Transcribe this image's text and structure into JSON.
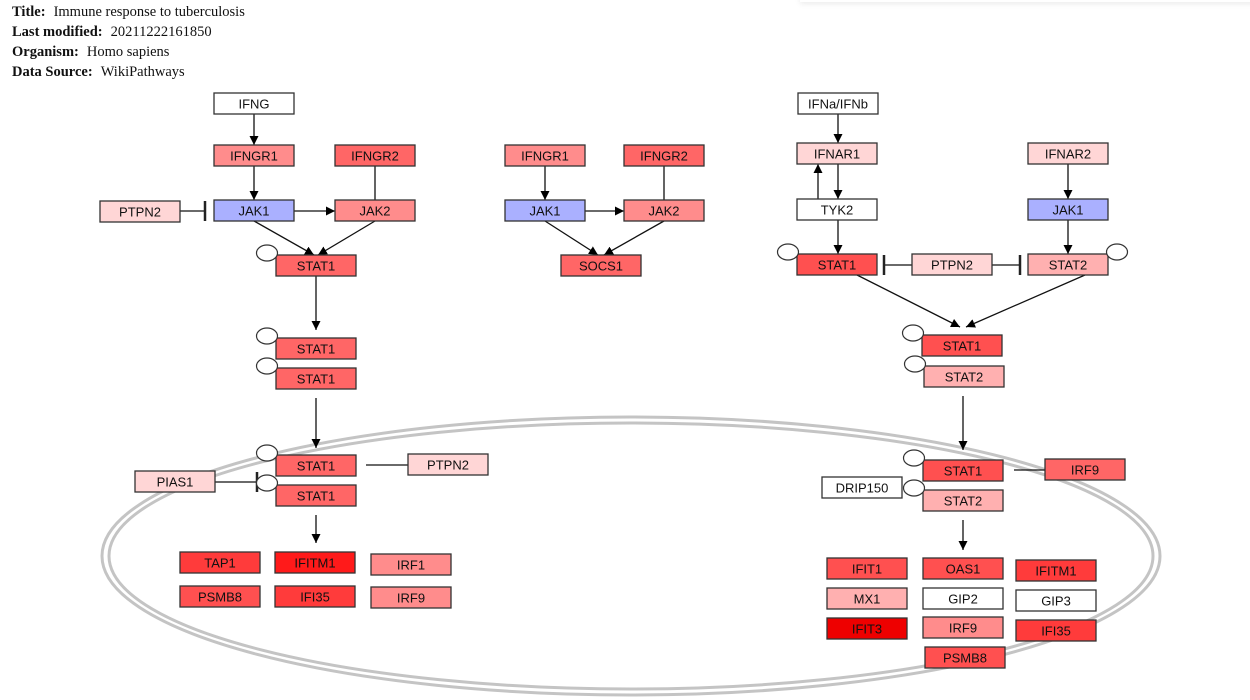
{
  "meta": {
    "rows": [
      {
        "key": "Title:",
        "value": "Immune response to tuberculosis"
      },
      {
        "key": "Last modified:",
        "value": "20211222161850"
      },
      {
        "key": "Organism:",
        "value": "Homo sapiens"
      },
      {
        "key": "Data Source:",
        "value": "WikiPathways"
      }
    ]
  },
  "colors": {
    "white": "#ffffff",
    "pale_pink": "#ffd6d6",
    "light_pink": "#ffb0b0",
    "salmon": "#ff8c8c",
    "medium_red": "#ff6666",
    "red": "#ff5050",
    "strong_red": "#ff3b3b",
    "deep_red": "#ff1a1a",
    "pure_red": "#ee0000",
    "blue": "#aab0ff",
    "membrane": "#c4c4c4"
  },
  "nodes": [
    {
      "id": "ifng",
      "label": "IFNG",
      "color": "white"
    },
    {
      "id": "ifngr1_a",
      "label": "IFNGR1",
      "color": "salmon"
    },
    {
      "id": "ifngr2_a",
      "label": "IFNGR2",
      "color": "medium_red"
    },
    {
      "id": "ptpn2_a",
      "label": "PTPN2",
      "color": "pale_pink"
    },
    {
      "id": "jak1_a",
      "label": "JAK1",
      "color": "blue"
    },
    {
      "id": "jak2_a",
      "label": "JAK2",
      "color": "salmon"
    },
    {
      "id": "stat1_a",
      "label": "STAT1",
      "color": "medium_red",
      "phospho": true
    },
    {
      "id": "stat1_b1",
      "label": "STAT1",
      "color": "medium_red",
      "phospho": true
    },
    {
      "id": "stat1_b2",
      "label": "STAT1",
      "color": "medium_red",
      "phospho": true
    },
    {
      "id": "stat1_c1",
      "label": "STAT1",
      "color": "medium_red",
      "phospho": true
    },
    {
      "id": "stat1_c2",
      "label": "STAT1",
      "color": "medium_red",
      "phospho": true
    },
    {
      "id": "pias1",
      "label": "PIAS1",
      "color": "pale_pink"
    },
    {
      "id": "ptpn2_b",
      "label": "PTPN2",
      "color": "pale_pink"
    },
    {
      "id": "tap1",
      "label": "TAP1",
      "color": "strong_red"
    },
    {
      "id": "ifitm1_a",
      "label": "IFITM1",
      "color": "deep_red"
    },
    {
      "id": "irf1",
      "label": "IRF1",
      "color": "salmon"
    },
    {
      "id": "psmb8_a",
      "label": "PSMB8",
      "color": "red"
    },
    {
      "id": "ifi35_a",
      "label": "IFI35",
      "color": "strong_red"
    },
    {
      "id": "irf9_a",
      "label": "IRF9",
      "color": "salmon"
    },
    {
      "id": "ifngr1_m",
      "label": "IFNGR1",
      "color": "salmon"
    },
    {
      "id": "ifngr2_m",
      "label": "IFNGR2",
      "color": "medium_red"
    },
    {
      "id": "jak1_m",
      "label": "JAK1",
      "color": "blue"
    },
    {
      "id": "jak2_m",
      "label": "JAK2",
      "color": "salmon"
    },
    {
      "id": "socs1",
      "label": "SOCS1",
      "color": "medium_red"
    },
    {
      "id": "ifnab",
      "label": "IFNa/IFNb",
      "color": "white"
    },
    {
      "id": "ifnar1",
      "label": "IFNAR1",
      "color": "pale_pink"
    },
    {
      "id": "ifnar2",
      "label": "IFNAR2",
      "color": "pale_pink"
    },
    {
      "id": "tyk2",
      "label": "TYK2",
      "color": "white"
    },
    {
      "id": "jak1_r",
      "label": "JAK1",
      "color": "blue"
    },
    {
      "id": "stat1_r",
      "label": "STAT1",
      "color": "red",
      "phospho": true
    },
    {
      "id": "ptpn2_r",
      "label": "PTPN2",
      "color": "pale_pink"
    },
    {
      "id": "stat2_r",
      "label": "STAT2",
      "color": "light_pink",
      "phospho": true,
      "phospho_side": "right"
    },
    {
      "id": "stat1_rb",
      "label": "STAT1",
      "color": "red",
      "phospho": true
    },
    {
      "id": "stat2_rb",
      "label": "STAT2",
      "color": "light_pink",
      "phospho": true
    },
    {
      "id": "stat1_rc",
      "label": "STAT1",
      "color": "red",
      "phospho": true
    },
    {
      "id": "stat2_rc",
      "label": "STAT2",
      "color": "light_pink",
      "phospho": true
    },
    {
      "id": "irf9_r",
      "label": "IRF9",
      "color": "medium_red"
    },
    {
      "id": "drip150",
      "label": "DRIP150",
      "color": "white"
    },
    {
      "id": "ifit1",
      "label": "IFIT1",
      "color": "red"
    },
    {
      "id": "oas1",
      "label": "OAS1",
      "color": "red"
    },
    {
      "id": "ifitm1_r",
      "label": "IFITM1",
      "color": "strong_red"
    },
    {
      "id": "mx1",
      "label": "MX1",
      "color": "light_pink"
    },
    {
      "id": "gip2",
      "label": "GIP2",
      "color": "white"
    },
    {
      "id": "gip3",
      "label": "GIP3",
      "color": "white"
    },
    {
      "id": "ifit3",
      "label": "IFIT3",
      "color": "pure_red"
    },
    {
      "id": "irf9_r2",
      "label": "IRF9",
      "color": "salmon"
    },
    {
      "id": "ifi35_r",
      "label": "IFI35",
      "color": "strong_red"
    },
    {
      "id": "psmb8_r",
      "label": "PSMB8",
      "color": "red"
    }
  ],
  "edges": [
    {
      "from": "ifng",
      "to": "ifngr1_a",
      "type": "arrow"
    },
    {
      "from": "ifngr1_a",
      "to": "jak1_a",
      "type": "arrow"
    },
    {
      "from": "ifngr2_a",
      "to": "jak2_a",
      "type": "line"
    },
    {
      "from": "ptpn2_a",
      "to": "jak1_a",
      "type": "inhibition"
    },
    {
      "from": "jak1_a",
      "to": "jak2_a",
      "type": "arrow"
    },
    {
      "from": "jak1_a",
      "to": "stat1_a",
      "type": "arrow"
    },
    {
      "from": "jak2_a",
      "to": "stat1_a",
      "type": "arrow"
    },
    {
      "from": "stat1_a",
      "to": "stat1_b1",
      "type": "arrow"
    },
    {
      "from": "stat1_b2",
      "to": "stat1_c1",
      "type": "arrow"
    },
    {
      "from": "pias1",
      "to": "stat1_c2",
      "type": "inhibition"
    },
    {
      "from": "ptpn2_b",
      "to": "stat1_c1",
      "type": "line"
    },
    {
      "from": "stat1_c2",
      "to": "ifitm1_a",
      "type": "arrow"
    },
    {
      "from": "ifngr1_m",
      "to": "jak1_m",
      "type": "arrow"
    },
    {
      "from": "ifngr2_m",
      "to": "jak2_m",
      "type": "line"
    },
    {
      "from": "jak1_m",
      "to": "jak2_m",
      "type": "arrow"
    },
    {
      "from": "jak1_m",
      "to": "socs1",
      "type": "arrow"
    },
    {
      "from": "jak2_m",
      "to": "socs1",
      "type": "arrow"
    },
    {
      "from": "ifnab",
      "to": "ifnar1",
      "type": "arrow"
    },
    {
      "from": "ifnar1",
      "to": "tyk2",
      "type": "arrow"
    },
    {
      "from": "tyk2",
      "to": "ifnar1",
      "type": "arrow"
    },
    {
      "from": "ifnar2",
      "to": "jak1_r",
      "type": "arrow"
    },
    {
      "from": "tyk2",
      "to": "stat1_r",
      "type": "arrow"
    },
    {
      "from": "jak1_r",
      "to": "stat2_r",
      "type": "arrow"
    },
    {
      "from": "ptpn2_r",
      "to": "stat1_r",
      "type": "inhibition"
    },
    {
      "from": "ptpn2_r",
      "to": "stat2_r",
      "type": "inhibition"
    },
    {
      "from": "stat1_r",
      "to": "stat1_rb",
      "type": "arrow"
    },
    {
      "from": "stat2_r",
      "to": "stat1_rb",
      "type": "arrow"
    },
    {
      "from": "stat2_rb",
      "to": "stat1_rc",
      "type": "arrow"
    },
    {
      "from": "irf9_r",
      "to": "stat1_rc",
      "type": "line"
    },
    {
      "from": "stat2_rc",
      "to": "oas1",
      "type": "arrow"
    }
  ],
  "compartments": [
    {
      "id": "nucleus",
      "label": "",
      "type": "ellipse-double-line"
    }
  ]
}
